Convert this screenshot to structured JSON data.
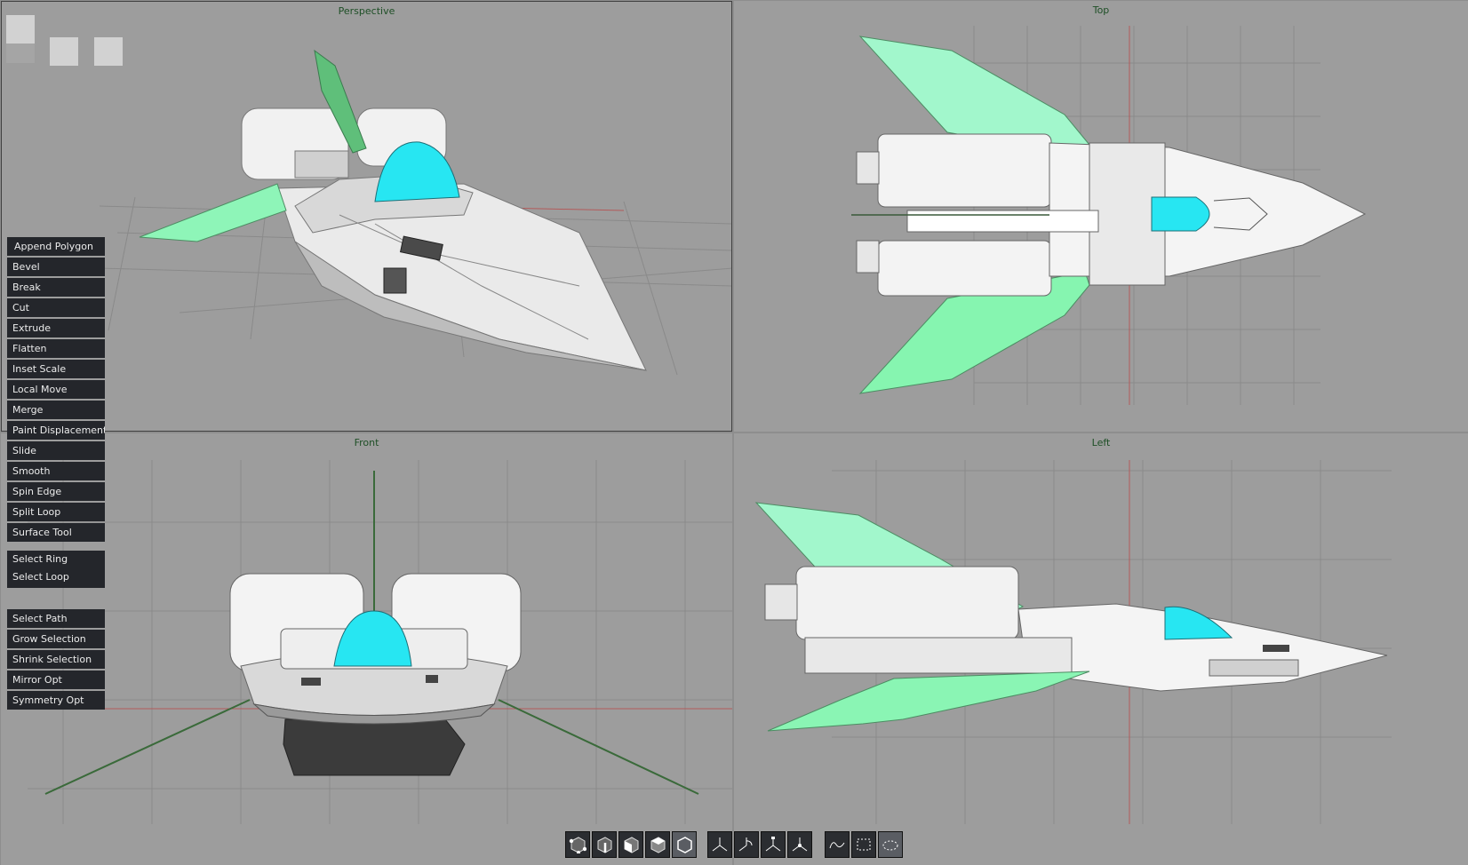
{
  "viewports": {
    "perspective": {
      "label": "Perspective"
    },
    "top": {
      "label": "Top"
    },
    "front": {
      "label": "Front"
    },
    "left": {
      "label": "Left"
    }
  },
  "tools": {
    "main": [
      "Append Polygon",
      "Bevel",
      "Break",
      "Cut",
      "Extrude",
      "Flatten",
      "Inset Scale",
      "Local Move",
      "Merge",
      "Paint Displacement",
      "Slide",
      "Smooth",
      "Spin Edge",
      "Split Loop",
      "Surface Tool"
    ],
    "select_group": [
      "Select Ring",
      "Select Loop"
    ],
    "selection": [
      "Select Path",
      "Grow Selection",
      "Shrink Selection",
      "Mirror Opt",
      "Symmetry Opt"
    ]
  },
  "toolbar": {
    "selection_modes": [
      "vertex-mode-icon",
      "edge-mode-icon",
      "face-mode-icon",
      "element-mode-icon",
      "object-mode-icon"
    ],
    "transform_tools": [
      "move-axis-icon",
      "rotate-axis-icon",
      "scale-axis-icon",
      "universal-axis-icon"
    ],
    "marquee_tools": [
      "lasso-icon",
      "rect-select-icon",
      "paint-select-icon"
    ]
  },
  "colors": {
    "viewport_bg": "#9d9d9d",
    "wing": "#8ef5b8",
    "cockpit": "#27e6f2",
    "hull": "#f0f0f0",
    "label": "#1e4f26",
    "button_bg": "#24262b"
  }
}
